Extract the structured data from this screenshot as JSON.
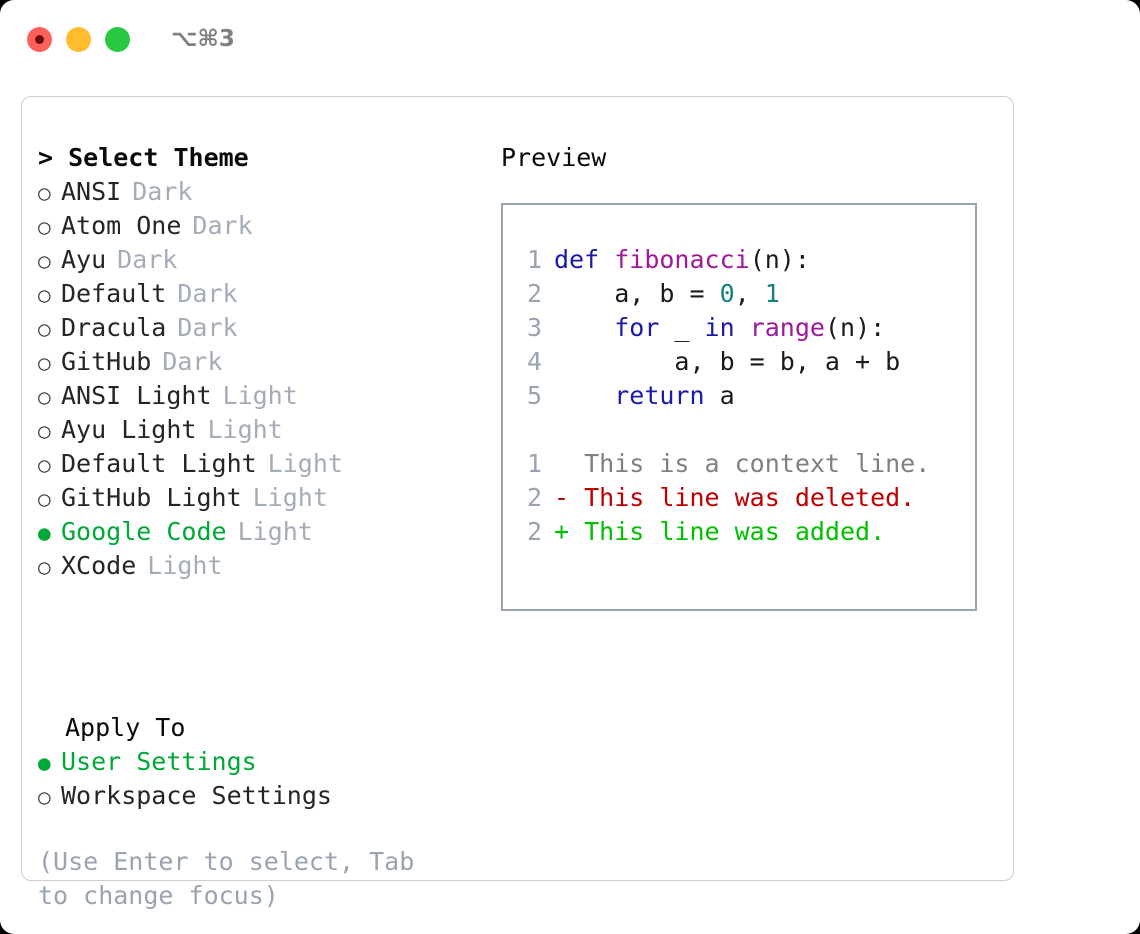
{
  "window": {
    "shortcut": "⌥⌘3",
    "traffic_lights": [
      {
        "name": "close",
        "color": "#ff605c"
      },
      {
        "name": "minimize",
        "color": "#ffbd2e"
      },
      {
        "name": "maximize",
        "color": "#28c840"
      }
    ]
  },
  "theme_picker": {
    "header": "> Select Theme",
    "radio_empty": "○",
    "radio_filled": "●",
    "items": [
      {
        "name": "ANSI",
        "kind": "Dark",
        "selected": false
      },
      {
        "name": "Atom One",
        "kind": "Dark",
        "selected": false
      },
      {
        "name": "Ayu",
        "kind": "Dark",
        "selected": false
      },
      {
        "name": "Default",
        "kind": "Dark",
        "selected": false
      },
      {
        "name": "Dracula",
        "kind": "Dark",
        "selected": false
      },
      {
        "name": "GitHub",
        "kind": "Dark",
        "selected": false
      },
      {
        "name": "ANSI Light",
        "kind": "Light",
        "selected": false
      },
      {
        "name": "Ayu Light",
        "kind": "Light",
        "selected": false
      },
      {
        "name": "Default Light",
        "kind": "Light",
        "selected": false
      },
      {
        "name": "GitHub Light",
        "kind": "Light",
        "selected": false
      },
      {
        "name": "Google Code",
        "kind": "Light",
        "selected": true
      },
      {
        "name": "XCode",
        "kind": "Light",
        "selected": false
      }
    ]
  },
  "apply_to": {
    "title": "Apply To",
    "options": [
      {
        "label": "User Settings",
        "selected": true
      },
      {
        "label": "Workspace Settings",
        "selected": false
      }
    ]
  },
  "hint": "(Use Enter to select, Tab to change focus)",
  "preview": {
    "title": "Preview",
    "code_lines": [
      {
        "no": "1",
        "tokens": [
          {
            "t": "def",
            "c": "kw"
          },
          {
            "t": " ",
            "c": "pl"
          },
          {
            "t": "fibonacci",
            "c": "fn"
          },
          {
            "t": "(n):",
            "c": "pl"
          }
        ]
      },
      {
        "no": "2",
        "tokens": [
          {
            "t": "    a, b = ",
            "c": "pl"
          },
          {
            "t": "0",
            "c": "num"
          },
          {
            "t": ", ",
            "c": "pl"
          },
          {
            "t": "1",
            "c": "num"
          }
        ]
      },
      {
        "no": "3",
        "tokens": [
          {
            "t": "    ",
            "c": "pl"
          },
          {
            "t": "for",
            "c": "kw"
          },
          {
            "t": " _ ",
            "c": "pl"
          },
          {
            "t": "in",
            "c": "kw"
          },
          {
            "t": " ",
            "c": "pl"
          },
          {
            "t": "range",
            "c": "fn"
          },
          {
            "t": "(n):",
            "c": "pl"
          }
        ]
      },
      {
        "no": "4",
        "tokens": [
          {
            "t": "        a, b = b, a + b",
            "c": "pl"
          }
        ]
      },
      {
        "no": "5",
        "tokens": [
          {
            "t": "    ",
            "c": "pl"
          },
          {
            "t": "return",
            "c": "kw"
          },
          {
            "t": " a",
            "c": "pl"
          }
        ]
      }
    ],
    "diff_lines": [
      {
        "no": "1",
        "marker": "  ",
        "text": "This is a context line.",
        "c": "ctx"
      },
      {
        "no": "2",
        "marker": "- ",
        "text": "This line was deleted.",
        "c": "del"
      },
      {
        "no": "2",
        "marker": "+ ",
        "text": "This line was added.",
        "c": "add"
      }
    ]
  },
  "colors": {
    "accent_green": "#00a838",
    "muted": "#a4acb8",
    "hint": "#9aa3b0",
    "panel_border": "#ccced2",
    "preview_border": "#9aa5b1",
    "keyword": "#1a1aa8",
    "function": "#a0189b",
    "number": "#14807f",
    "diff_deleted": "#c00000",
    "diff_added": "#00c000",
    "diff_context": "#808080"
  }
}
